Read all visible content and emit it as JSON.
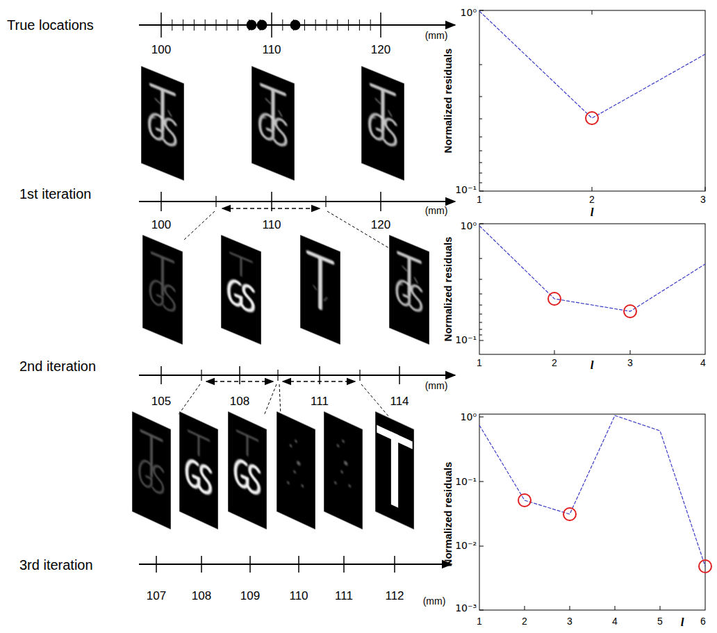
{
  "diagram": {
    "labels": [
      "True locations",
      "(mm)",
      "100",
      "110",
      "120",
      "1st iteration",
      "(mm)",
      "100",
      "110",
      "120",
      "2nd iteration",
      "(mm)",
      "105",
      "108",
      "111",
      "114",
      "3rd iteration",
      "(mm)",
      "107",
      "108",
      "109",
      "110",
      "111",
      "112",
      "Normalized residuals",
      "10⁰",
      "10⁻¹",
      "1",
      "2",
      "3",
      "l",
      "Normalized residuals",
      "10⁰",
      "10⁻¹",
      "1",
      "2",
      "3",
      "4",
      "l",
      "Normalized residuals",
      "10⁰",
      "10⁻¹",
      "10⁻²",
      "10⁻³",
      "1",
      "2",
      "3",
      "4",
      "5",
      "6",
      "l"
    ]
  }
}
